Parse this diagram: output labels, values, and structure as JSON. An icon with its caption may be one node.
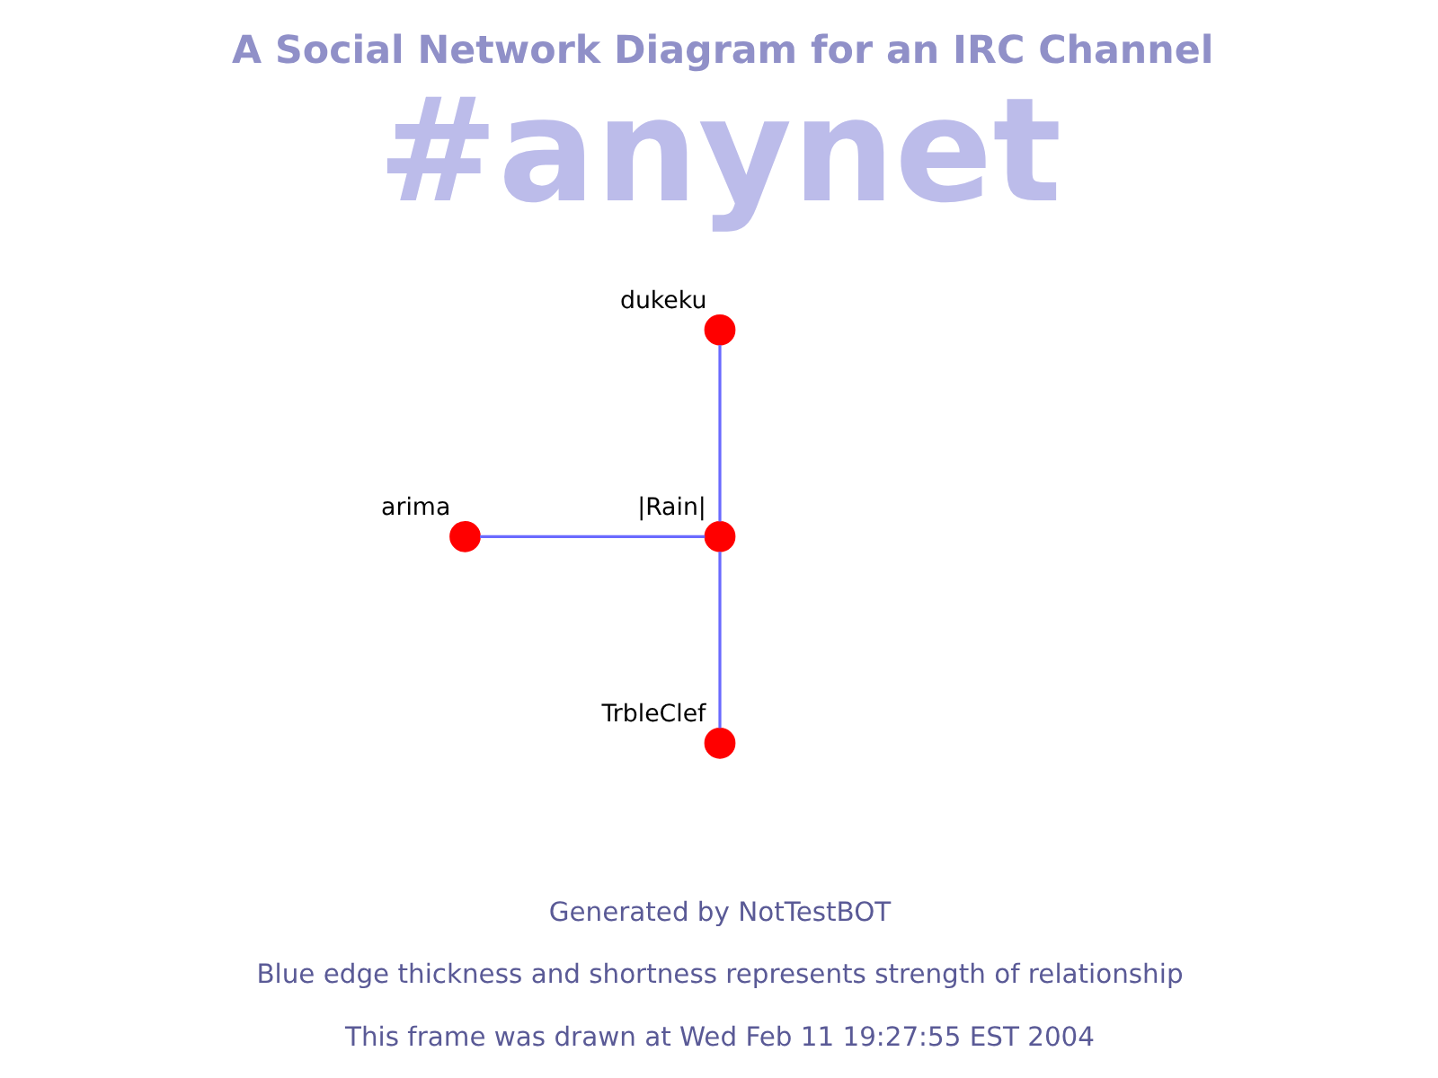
{
  "diagram": {
    "title": "A Social Network Diagram for an IRC Channel",
    "nodes": [
      {
        "text": [],
        "shape": "circle",
        "beside": [
          "dukeku"
        ]
      },
      {
        "text": [],
        "shape": "circle",
        "beside": [
          "arima"
        ]
      },
      {
        "text": [],
        "shape": "circle",
        "beside": [
          "|Rain|"
        ]
      },
      {
        "text": [],
        "shape": "circle",
        "beside": [
          "TrbleClef"
        ]
      }
    ],
    "edges": [
      {
        "from": 0,
        "to": 2,
        "arrow": "none"
      },
      {
        "from": 1,
        "to": 2,
        "arrow": "none"
      },
      {
        "from": 2,
        "to": 3,
        "arrow": "none"
      }
    ],
    "labels": [
      "#anynet",
      "Generated by NotTestBOT",
      "Blue edge thickness and shortness represents strength of relationship",
      "This frame was drawn at Wed Feb 11 19:27:55 EST 2004"
    ]
  }
}
